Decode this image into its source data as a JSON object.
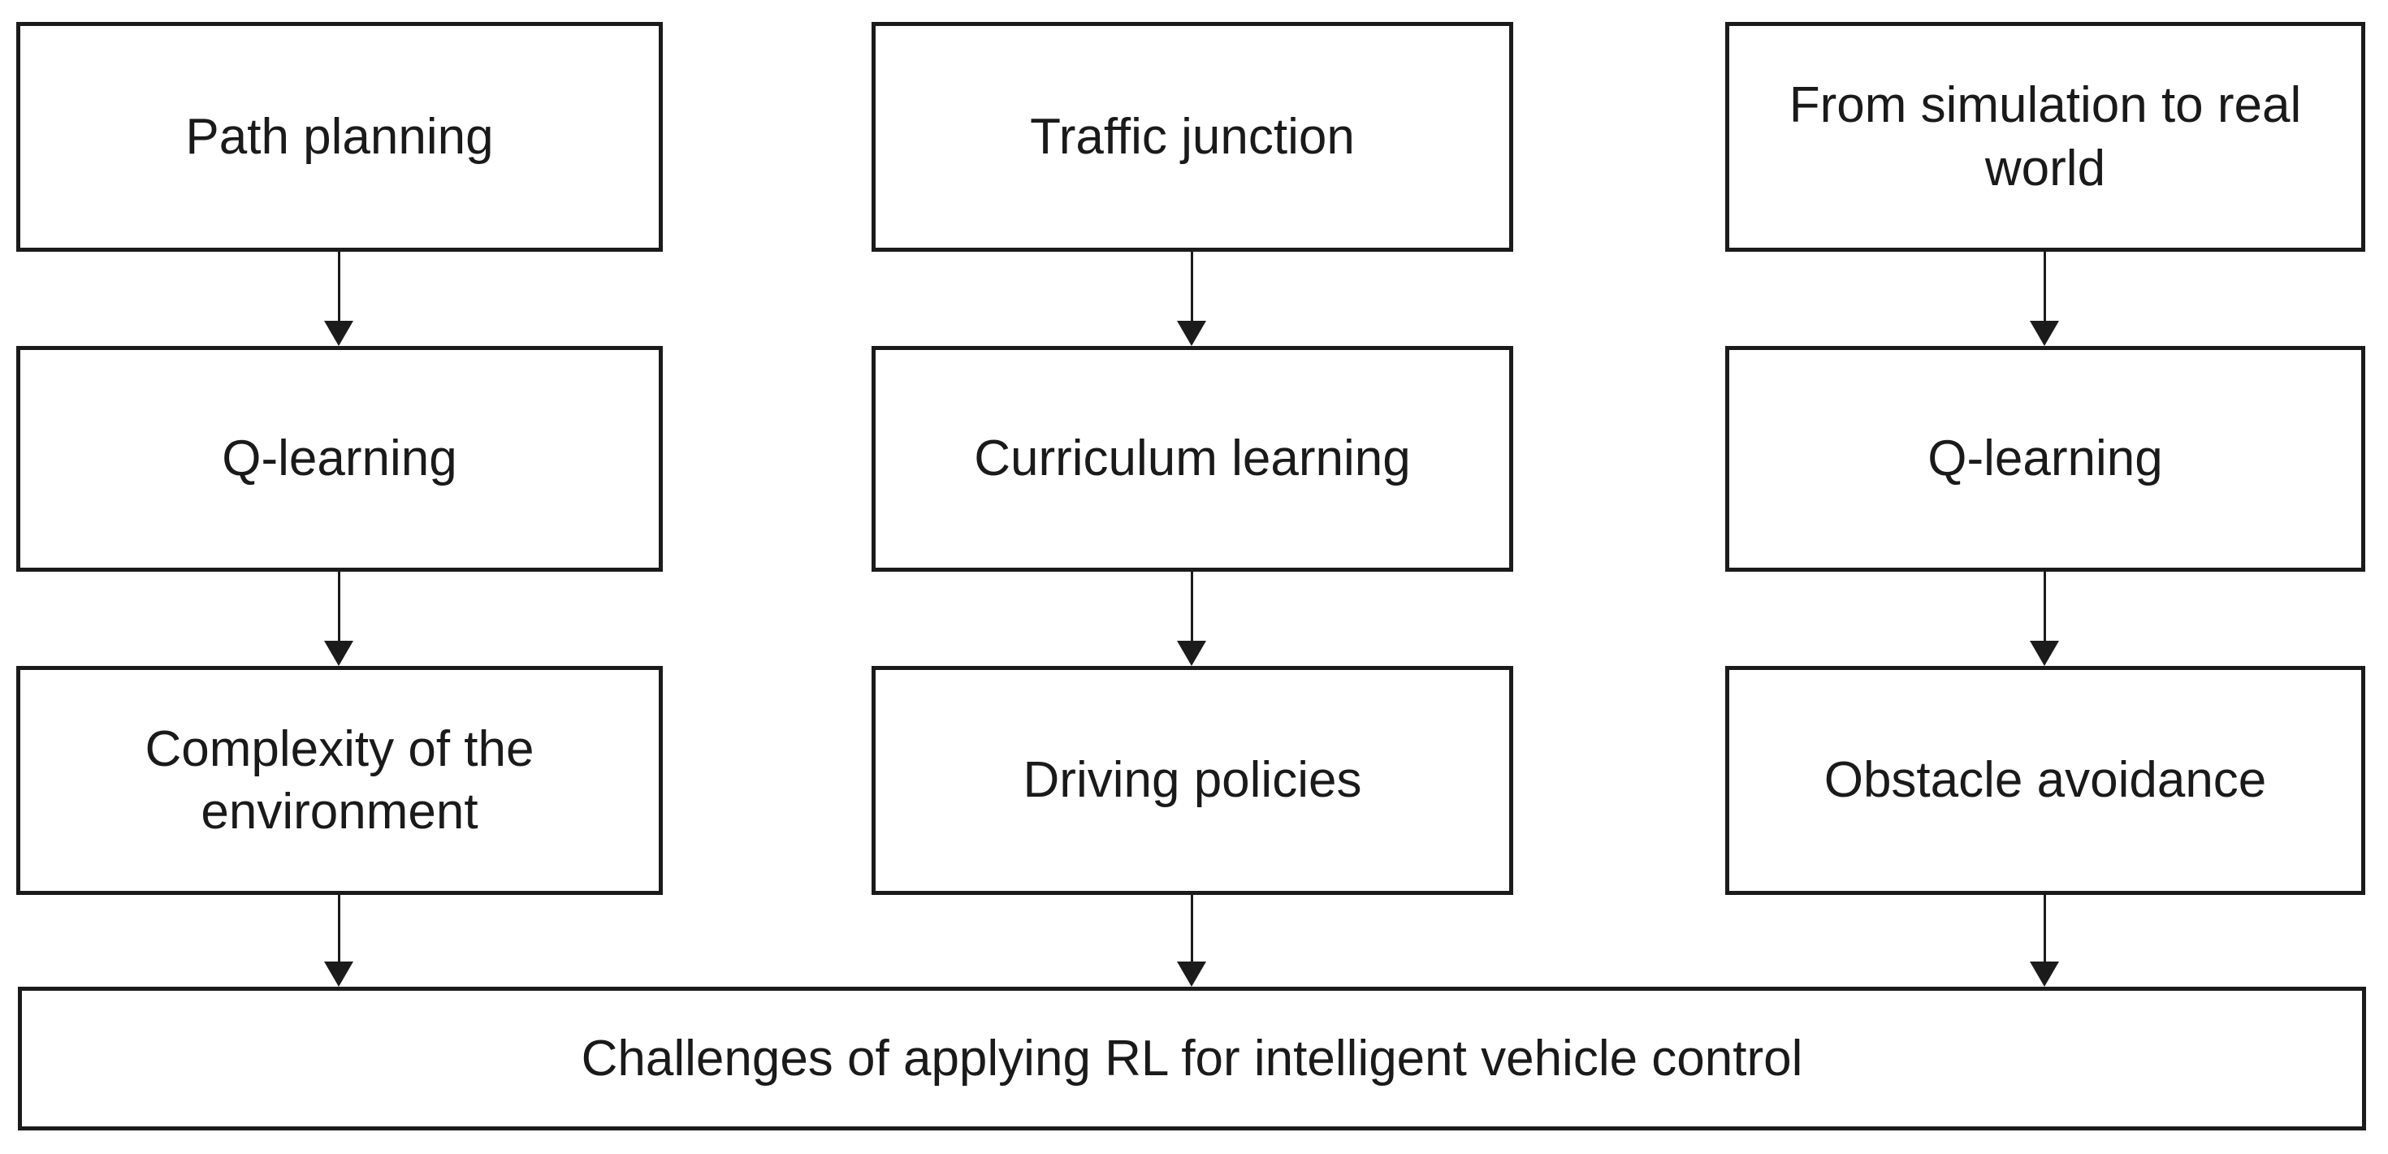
{
  "figure": {
    "type": "flowchart",
    "background_color": "#ffffff",
    "line_color": "#1b1b1b",
    "text_color": "#1a1a1a",
    "nodes": {
      "path_planning": "Path planning",
      "traffic_junction": "Traffic junction",
      "sim_to_real": "From simulation to real\nworld",
      "q_learning_left": "Q-learning",
      "curriculum_learning": "Curriculum learning",
      "q_learning_right": "Q-learning",
      "complexity_environment": "Complexity of the\nenvironment",
      "driving_policies": "Driving policies",
      "obstacle_avoidance": "Obstacle avoidance",
      "challenges": "Challenges of applying RL for intelligent vehicle control"
    },
    "edges": [
      {
        "from": "path_planning",
        "to": "q_learning_left"
      },
      {
        "from": "q_learning_left",
        "to": "complexity_environment"
      },
      {
        "from": "complexity_environment",
        "to": "challenges"
      },
      {
        "from": "traffic_junction",
        "to": "curriculum_learning"
      },
      {
        "from": "curriculum_learning",
        "to": "driving_policies"
      },
      {
        "from": "driving_policies",
        "to": "challenges"
      },
      {
        "from": "sim_to_real",
        "to": "q_learning_right"
      },
      {
        "from": "q_learning_right",
        "to": "obstacle_avoidance"
      },
      {
        "from": "obstacle_avoidance",
        "to": "challenges"
      }
    ]
  }
}
